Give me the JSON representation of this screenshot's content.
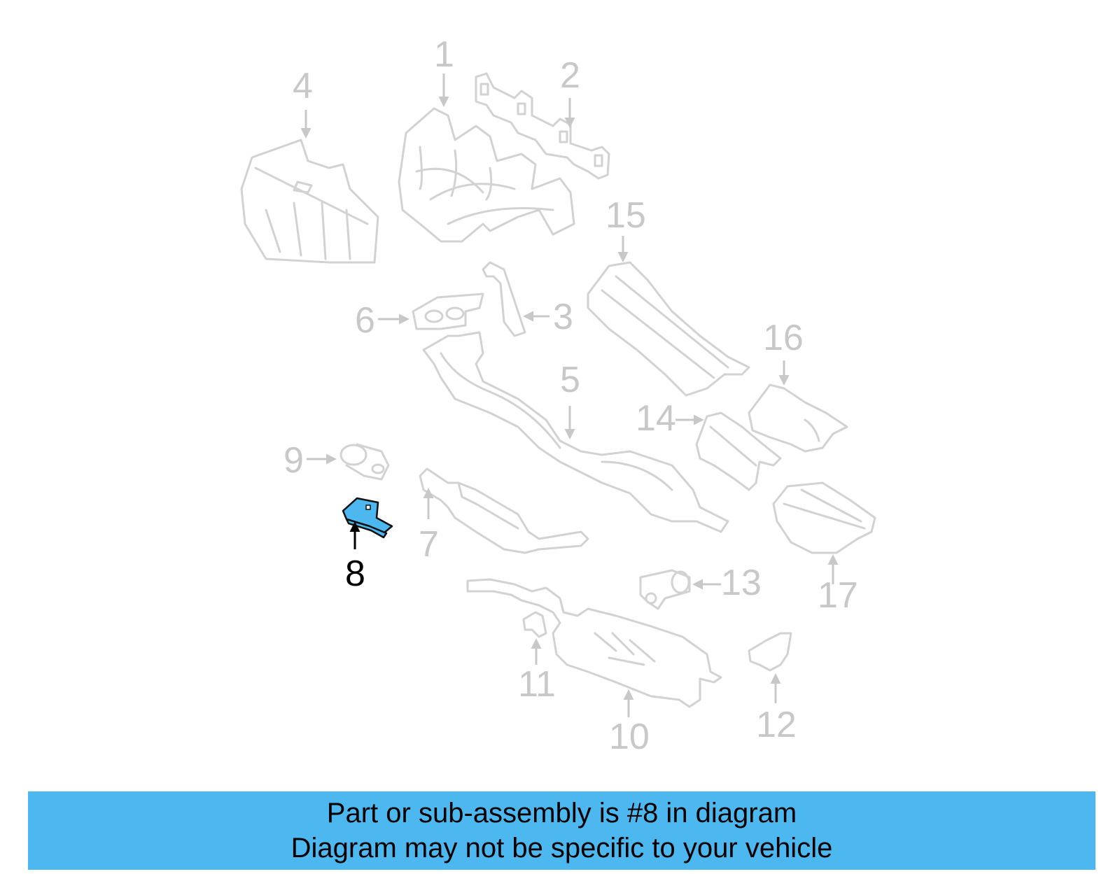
{
  "diagram": {
    "callouts": {
      "c1": "1",
      "c2": "2",
      "c3": "3",
      "c4": "4",
      "c5": "5",
      "c6": "6",
      "c7": "7",
      "c8": "8",
      "c9": "9",
      "c10": "10",
      "c11": "11",
      "c12": "12",
      "c13": "13",
      "c14": "14",
      "c15": "15",
      "c16": "16",
      "c17": "17"
    },
    "highlighted_part": "8",
    "colors": {
      "highlight": "#4db8f0",
      "linework": "#d2d2d2",
      "banner": "#4db8f0"
    }
  },
  "banner": {
    "line1": "Part or sub-assembly is #8 in diagram",
    "line2": "Diagram may not be specific to your vehicle"
  }
}
